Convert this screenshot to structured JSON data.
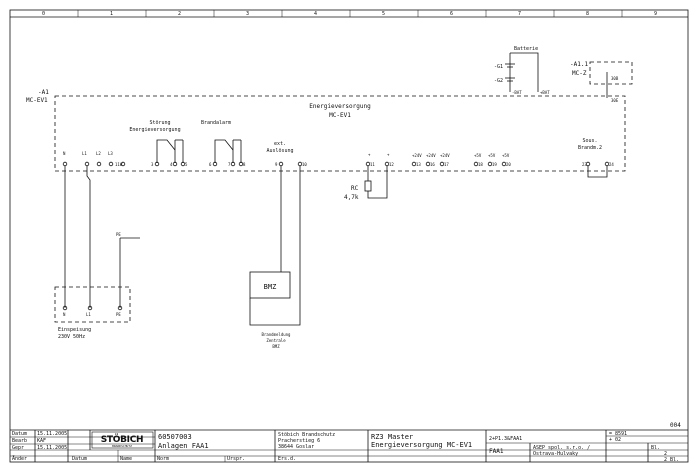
{
  "columns": [
    "0",
    "1",
    "2",
    "3",
    "4",
    "5",
    "6",
    "7",
    "8",
    "9"
  ],
  "device": {
    "id": "-A1",
    "type": "MC-EV1",
    "title": "Energieversorgung",
    "subtitle": "MC-EV1"
  },
  "battery": {
    "title": "Batterie",
    "g1": "-G1",
    "g2": "-G2",
    "neg": "-BAT",
    "pos": "+BAT"
  },
  "device2": {
    "id": "-A1.1",
    "type": "MC-Z",
    "pin_top": "30B",
    "pin_bottom": "30E"
  },
  "groups": {
    "stoerung_1": "Störung",
    "stoerung_2": "Energieversorgung",
    "brandalarm": "Brandalarm",
    "ext_1": "ext.",
    "ext_2": "Auslösung",
    "sous_1": "Sous.",
    "sous_2": "Brandm.2"
  },
  "terminals": [
    "N",
    "L1",
    "L2",
    "L3",
    "11W",
    "3",
    "4",
    "5",
    "6",
    "7",
    "8",
    "9",
    "10",
    "11",
    "12",
    "13",
    "16",
    "17",
    "18",
    "19",
    "20",
    "23",
    "24"
  ],
  "small_labels": [
    "+",
    "+",
    "+24V",
    "+24V",
    "+24V",
    "+5V",
    "+5V",
    "+5V"
  ],
  "resistor": {
    "name": "RC",
    "value": "4,7k"
  },
  "pe": "PE",
  "supply": {
    "title": "Einspeisung",
    "spec": "230V 50Hz",
    "n": "N",
    "l1": "L1",
    "pe": "PE"
  },
  "bmz": {
    "label": "BMZ",
    "caption_1": "Brandmeldung",
    "caption_2": "Zentrale",
    "caption_3": "BMZ"
  },
  "page_no": "004",
  "titleblock": {
    "rows": [
      "Datum",
      "Bearb",
      "Gepr",
      "Änder"
    ],
    "dates": [
      "15.11.2005",
      "15.11.2005"
    ],
    "initials": "KAF",
    "bottom_labels": [
      "Datum",
      "Name",
      "Norm",
      "Urspr."
    ],
    "logo": "STÖBICH",
    "logo_sub": "BRANDSCHUTZ",
    "order_no": "60507003",
    "plant": "Anlagen FAA1",
    "company_1": "Stöbich Brandschutz",
    "company_2": "Pracherstieg 6",
    "company_3": "38644 Goslar",
    "ers": "Ers.d.",
    "title_1": "RZ3 Master",
    "title_2": "Energieversorgung MC-EV1",
    "sheet_ref": "2+P1.3&FAA1",
    "code": "FAA1",
    "client_1": "ASEP spol. s.r.o. /",
    "client_2": "Ostrava-Hulvaky",
    "plus": "= 8591",
    "loc": "+ 02",
    "bl": "Bl.",
    "sheet": "2",
    "total": "2 Bl."
  }
}
